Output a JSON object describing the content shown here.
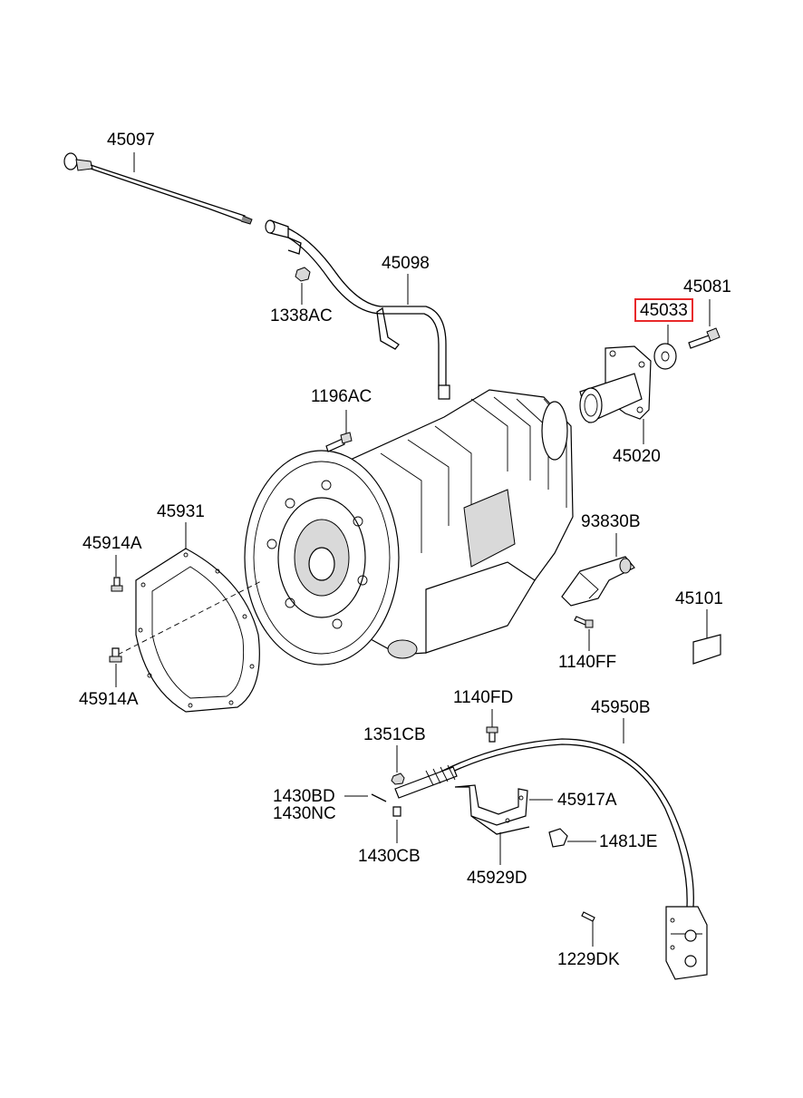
{
  "highlight_color": "#e8282a",
  "parts": {
    "p45097": "45097",
    "p1338AC": "1338AC",
    "p45098": "45098",
    "p45081": "45081",
    "p45033": "45033",
    "p45020": "45020",
    "p1196AC": "1196AC",
    "p45931": "45931",
    "p45914A_top": "45914A",
    "p45914A_bottom": "45914A",
    "p93830B": "93830B",
    "p45101": "45101",
    "p1140FF": "1140FF",
    "p1140FD": "1140FD",
    "p45950B": "45950B",
    "p1351CB": "1351CB",
    "p1430BD": "1430BD",
    "p1430NC": "1430NC",
    "p1430CB": "1430CB",
    "p45917A": "45917A",
    "p1481JE": "1481JE",
    "p45929D": "45929D",
    "p1229DK": "1229DK"
  },
  "highlighted_part": "45033"
}
